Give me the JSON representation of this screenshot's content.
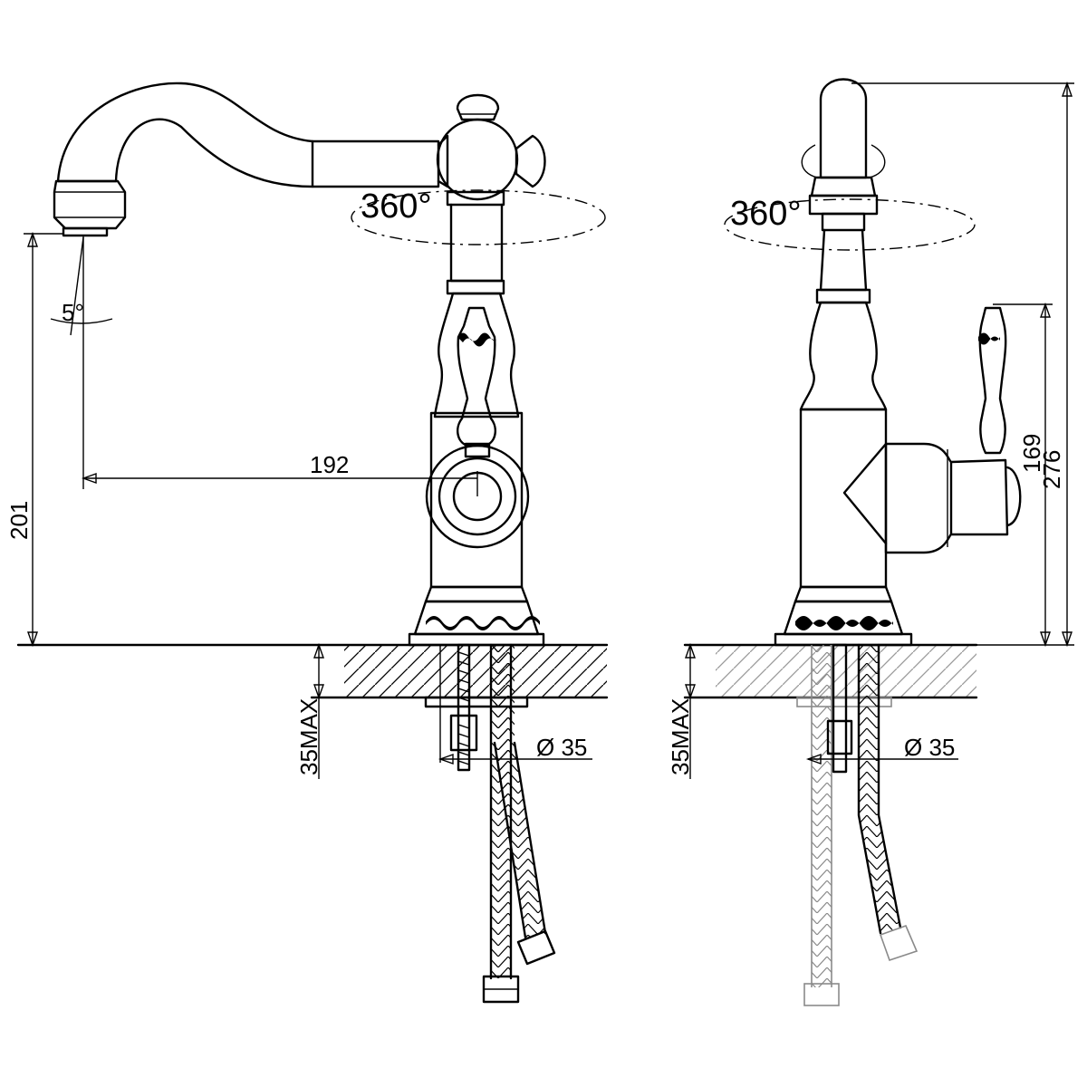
{
  "dimensions": {
    "rotation_left": "360°",
    "rotation_right": "360°",
    "spout_angle": "5°",
    "spout_reach": "192",
    "spout_height": "201",
    "handle_height": "169",
    "total_height": "276",
    "deck_thickness_left": "35MAX",
    "deck_thickness_right": "35MAX",
    "hole_diameter_left": "Ø 35",
    "hole_diameter_right": "Ø 35"
  }
}
